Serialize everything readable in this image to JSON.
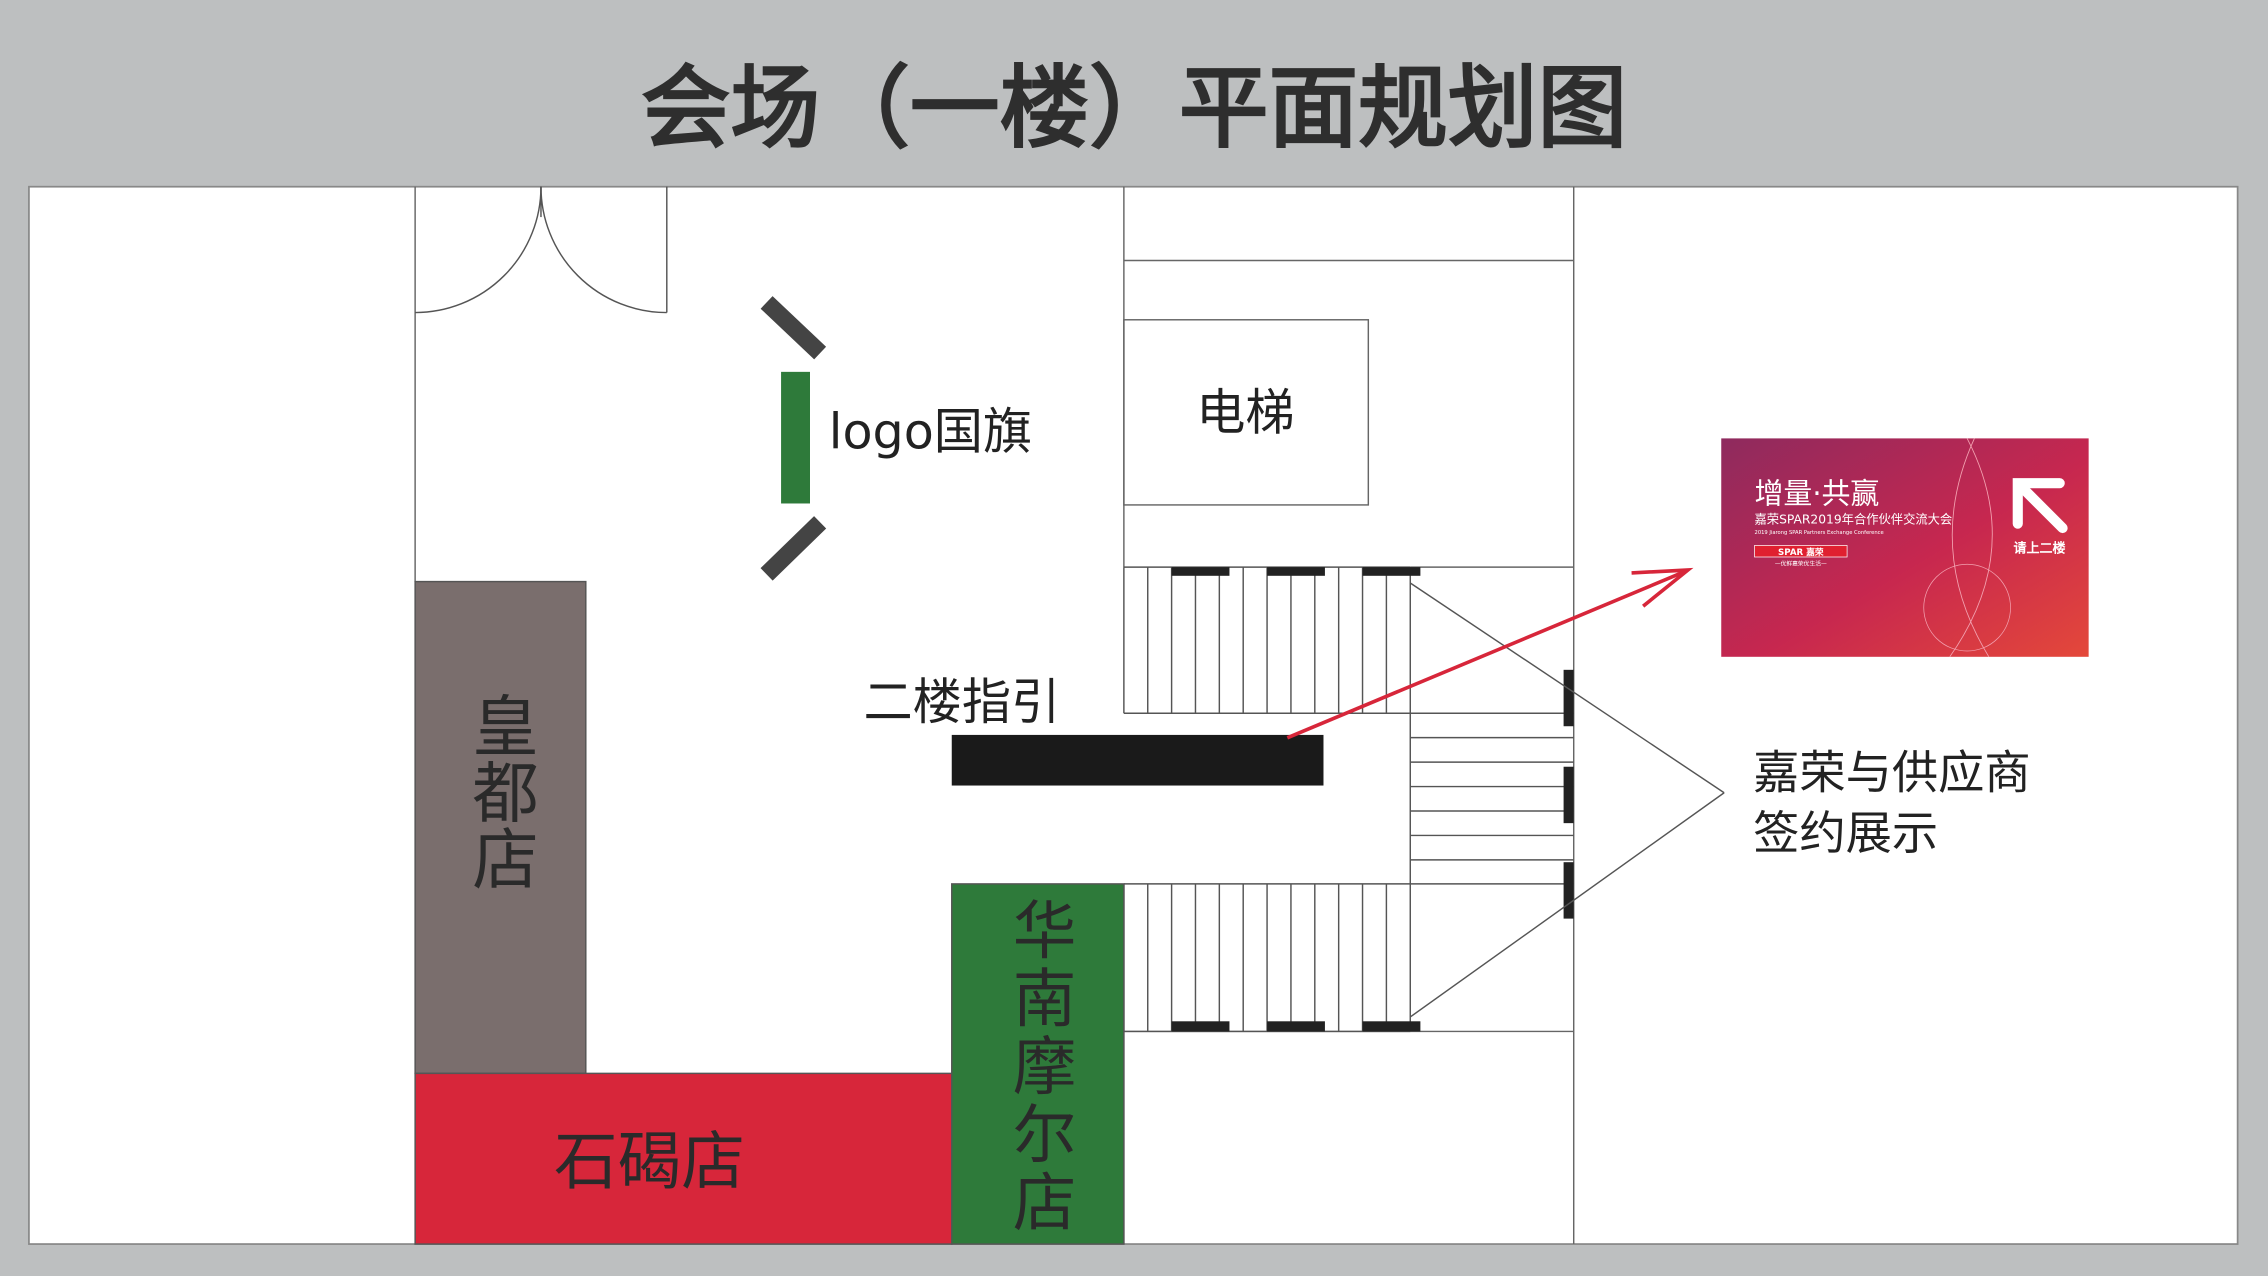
{
  "title": "会场（一楼）平面规划图",
  "labels": {
    "flag": "logo国旗",
    "elevator": "电梯",
    "second_floor_guide": "二楼指引",
    "signing_line1": "嘉荣与供应商",
    "signing_line2": "签约展示"
  },
  "stores": [
    {
      "name": "皇都店",
      "chars": [
        "皇",
        "都",
        "店"
      ],
      "color": "#7a6e6d"
    },
    {
      "name": "石碣店",
      "color": "#d7263a"
    },
    {
      "name": "华南摩尔店",
      "chars": [
        "华",
        "南",
        "摩",
        "尔",
        "店"
      ],
      "color": "#2e7a3a"
    }
  ],
  "sign": {
    "headline": "增量·共赢",
    "subtitle": "嘉荣SPAR2019年合作伙伴交流大会",
    "english": "2019 Jiarong SPAR Partners Exchange Conference",
    "logo": "SPAR 嘉荣",
    "slogan": "—优鲜嘉荣优生活—",
    "direction": "请上二楼"
  },
  "colors": {
    "accent_red": "#d7263a",
    "green": "#2e7a3a",
    "grey_store": "#7a6e6d"
  }
}
